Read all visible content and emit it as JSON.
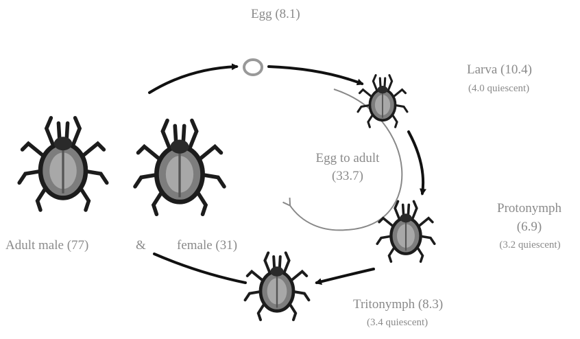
{
  "stages": {
    "egg": {
      "label": "Egg (8.1)"
    },
    "larva": {
      "label": "Larva (10.4)",
      "note": "(4.0 quiescent)"
    },
    "protonymph": {
      "name": "Protonymph",
      "duration": "(6.9)",
      "note": "(3.2 quiescent)"
    },
    "tritonymph": {
      "label": "Tritonymph (8.3)",
      "note": "(3.4 quiescent)"
    },
    "adult_male": {
      "label": "Adult male (77)"
    },
    "ampersand": "&",
    "adult_female": {
      "label": "female (31)"
    }
  },
  "center": {
    "title": "Egg to adult",
    "value": "(33.7)"
  },
  "icons": [
    "egg-icon",
    "larva-mite-icon",
    "protonymph-mite-icon",
    "tritonymph-mite-icon",
    "adult-male-mite-icon",
    "adult-female-mite-icon"
  ],
  "colors": {
    "text": "#8a8a8a",
    "cycle_arrow": "#111111",
    "inner_arrow": "#888888",
    "mite_dark": "#1c1c1c",
    "mite_body": "#7d7d7d"
  }
}
